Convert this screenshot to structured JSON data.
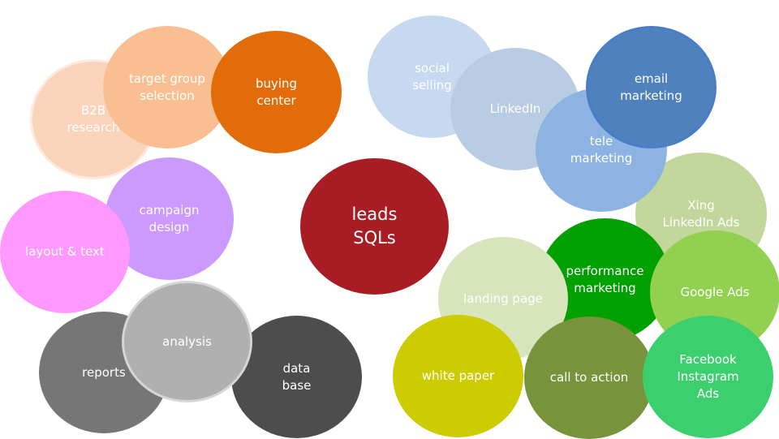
{
  "bubbles": {
    "b2b": {
      "label": "B2B\nresearch",
      "color": "#fad3bb"
    },
    "target": {
      "label": "target group\nselection",
      "color": "#f9be91"
    },
    "buying": {
      "label": "buying\ncenter",
      "color": "#e36c0a"
    },
    "campaign": {
      "label": "campaign\ndesign",
      "color": "#cc99ff"
    },
    "layout": {
      "label": "layout & text",
      "color": "#ff99ff"
    },
    "reports": {
      "label": "reports",
      "color": "#767676"
    },
    "analysis": {
      "label": "analysis",
      "color": "#b0b0b0"
    },
    "database": {
      "label": "data\nbase",
      "color": "#4d4d4d"
    },
    "leads": {
      "label": "leads\nSQLs",
      "color": "#a71d23"
    },
    "social": {
      "label": "social\nselling",
      "color": "#c6d9f0"
    },
    "linkedin": {
      "label": "LinkedIn",
      "color": "#b8cce4"
    },
    "tele": {
      "label": "tele\nmarketing",
      "color": "#8db3e2"
    },
    "email": {
      "label": "email\nmarketing",
      "color": "#4f81bd"
    },
    "xing": {
      "label": "Xing\nLinkedIn Ads",
      "color": "#c3d69b"
    },
    "perf": {
      "label": "performance\nmarketing",
      "color": "#00a000"
    },
    "landing": {
      "label": "landing page",
      "color": "#d7e4bc"
    },
    "google": {
      "label": "Google Ads",
      "color": "#92d050"
    },
    "white": {
      "label": "white paper",
      "color": "#cccc00"
    },
    "cta": {
      "label": "call to action",
      "color": "#77933c"
    },
    "fb": {
      "label": "Facebook\nInstagram\nAds",
      "color": "#3ccf6e"
    }
  }
}
